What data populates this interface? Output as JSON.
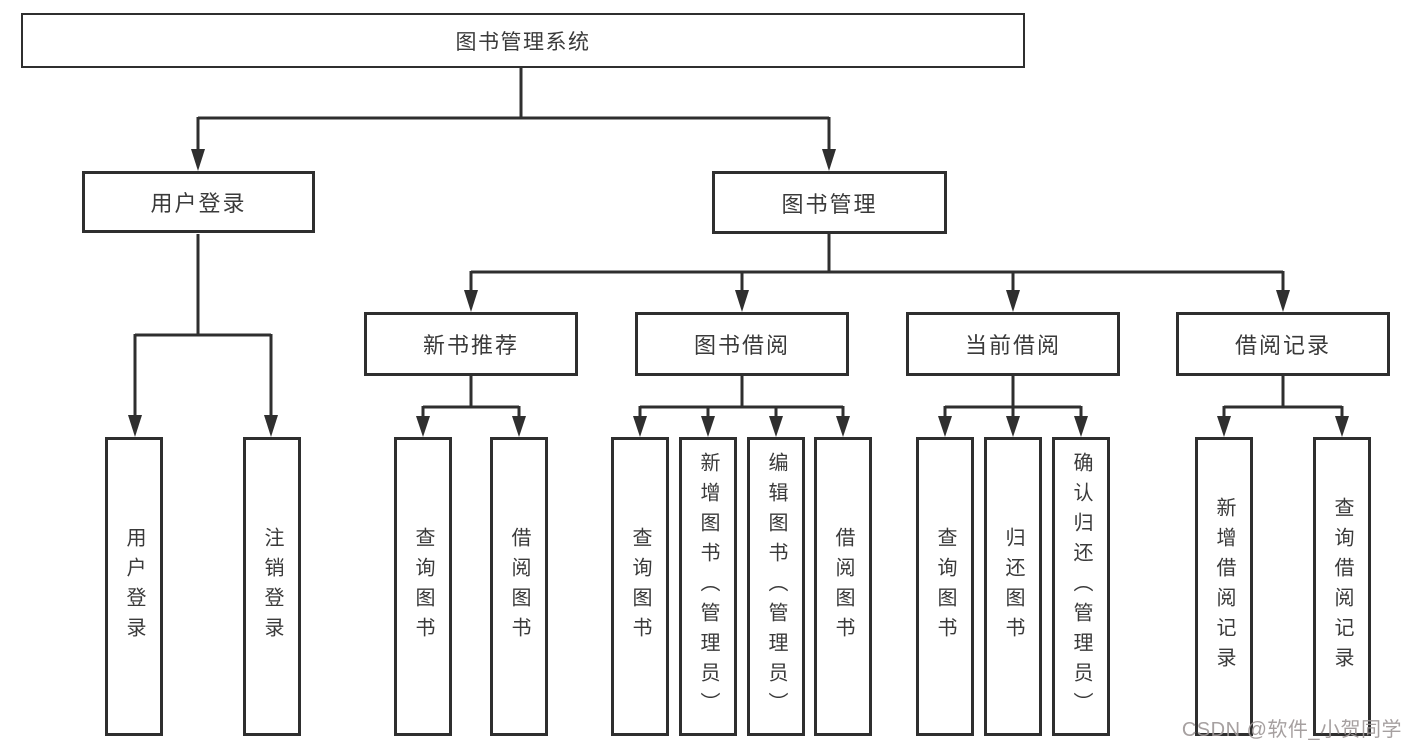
{
  "diagram": {
    "type": "hierarchy-tree",
    "root": {
      "label": "图书管理系统"
    },
    "level2": {
      "user_login": {
        "label": "用户登录"
      },
      "book_management": {
        "label": "图书管理"
      }
    },
    "level3": {
      "new_book_recommend": {
        "label": "新书推荐"
      },
      "book_borrow": {
        "label": "图书借阅"
      },
      "current_borrow": {
        "label": "当前借阅"
      },
      "borrow_records": {
        "label": "借阅记录"
      }
    },
    "leaves": {
      "user_login_group": [
        "用户登录",
        "注销登录"
      ],
      "new_book_group": [
        "查询图书",
        "借阅图书"
      ],
      "book_borrow_group": [
        "查询图书",
        "新增图书（管理员）",
        "编辑图书（管理员）",
        "借阅图书"
      ],
      "current_borrow_group": [
        "查询图书",
        "归还图书",
        "确认归还（管理员）"
      ],
      "borrow_records_group": [
        "新增借阅记录",
        "查询借阅记录"
      ]
    },
    "watermark": "CSDN @软件_小贺同学",
    "colors": {
      "line": "#2f2f2f",
      "text": "#3a3a3a",
      "box_background": "#ffffff",
      "watermark": "#9e9898",
      "background": "#ffffff"
    }
  }
}
